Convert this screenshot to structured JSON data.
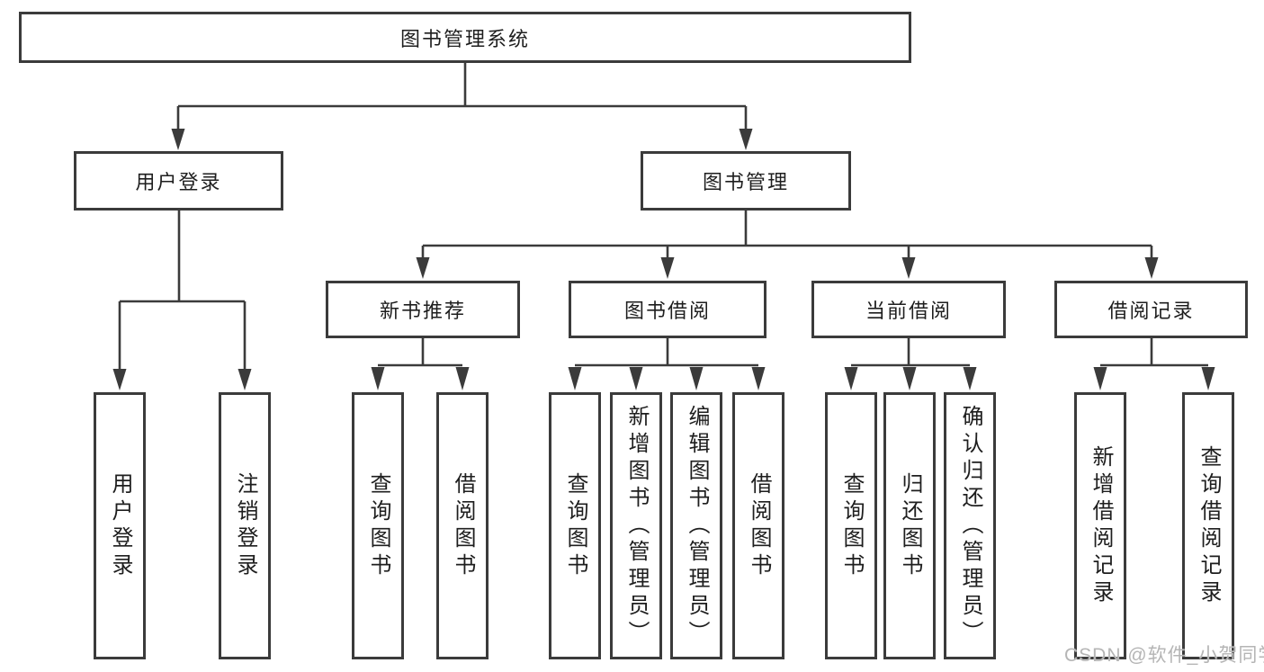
{
  "colors": {
    "line": "#3b3b3b",
    "box_border": "#3b3b3b",
    "text": "#1e1e1e",
    "background": "#ffffff",
    "watermark_text_color": "#b5b5b5"
  },
  "tree": {
    "root": {
      "label": "图书管理系统"
    },
    "children": [
      {
        "label": "用户登录",
        "children": [
          {
            "label": "用户登录"
          },
          {
            "label": "注销登录"
          }
        ]
      },
      {
        "label": "图书管理",
        "children": [
          {
            "label": "新书推荐",
            "children": [
              {
                "label": "查询图书"
              },
              {
                "label": "借阅图书"
              }
            ]
          },
          {
            "label": "图书借阅",
            "children": [
              {
                "label": "查询图书"
              },
              {
                "label": "新增图书（管理员）"
              },
              {
                "label": "编辑图书（管理员）"
              },
              {
                "label": "借阅图书"
              }
            ]
          },
          {
            "label": "当前借阅",
            "children": [
              {
                "label": "查询图书"
              },
              {
                "label": "归还图书"
              },
              {
                "label": "确认归还（管理员）"
              }
            ]
          },
          {
            "label": "借阅记录",
            "children": [
              {
                "label": "新增借阅记录"
              },
              {
                "label": "查询借阅记录"
              }
            ]
          }
        ]
      }
    ]
  },
  "watermark": {
    "text": "CSDN @软件_小贺同学"
  }
}
